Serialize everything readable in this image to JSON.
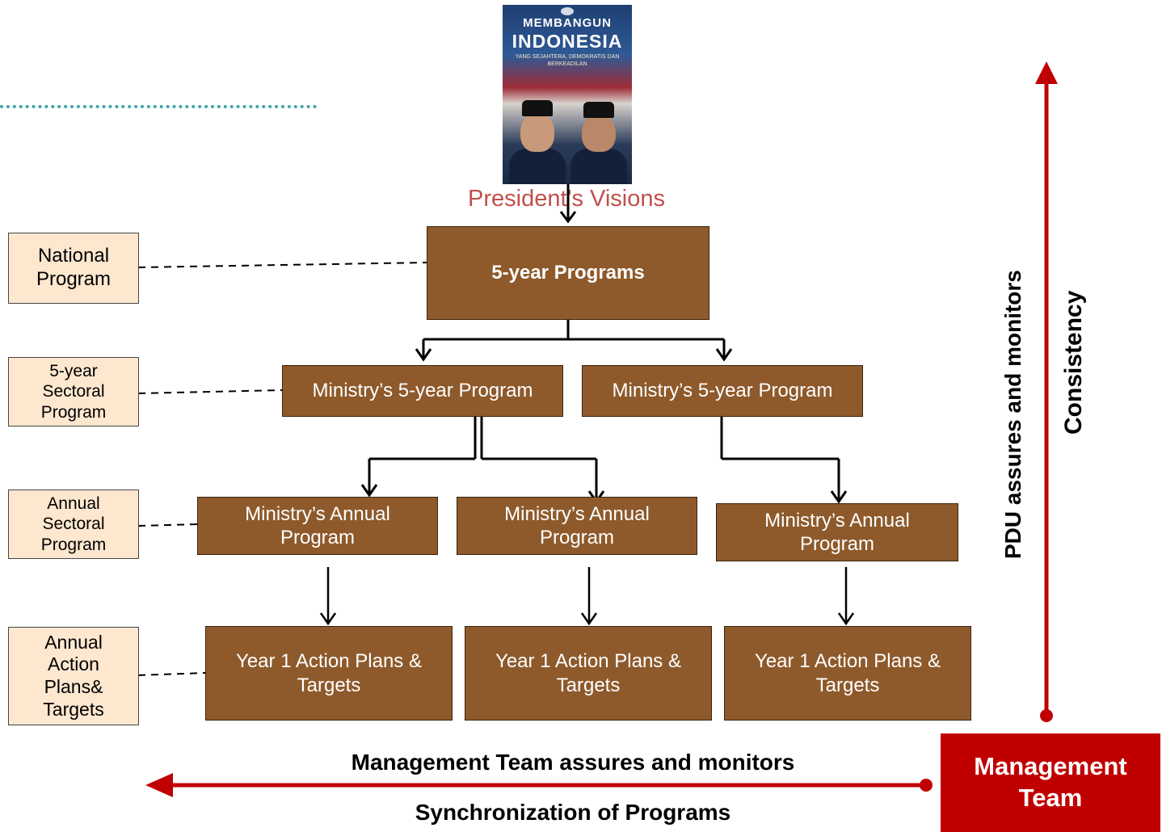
{
  "book": {
    "title_line1": "MEMBANGUN",
    "title_line2": "INDONESIA",
    "subtitle": "YANG SEJAHTERA, DEMOKRATIS DAN BERKEADILAN"
  },
  "visions_label": "President’s Visions",
  "national": {
    "level_label": "National Program",
    "box": "5-year Programs"
  },
  "sectoral_5y": {
    "level_label": "5-year Sectoral Program",
    "boxes": [
      "Ministry’s 5-year Program",
      "Ministry’s 5-year Program"
    ]
  },
  "annual_sectoral": {
    "level_label": "Annual Sectoral Program",
    "boxes": [
      "Ministry’s Annual Program",
      "Ministry’s Annual Program",
      "Ministry’s Annual Program"
    ]
  },
  "annual_action": {
    "level_label": "Annual Action Plans& Targets",
    "boxes": [
      "Year 1 Action Plans & Targets",
      "Year 1 Action Plans & Targets",
      "Year 1 Action Plans & Targets"
    ]
  },
  "bottom": {
    "line1": "Management Team assures and monitors",
    "line2": "Synchronization of Programs"
  },
  "right": {
    "line1": "PDU assures and monitors",
    "line2": "Consistency"
  },
  "mgmt_team_label": "Management Team",
  "colors": {
    "box_fill": "#8e5a2b",
    "label_fill": "#fde7cf",
    "accent_red": "#c00000",
    "visions_text": "#c0504d",
    "dotted_line": "#3aa6a8"
  }
}
